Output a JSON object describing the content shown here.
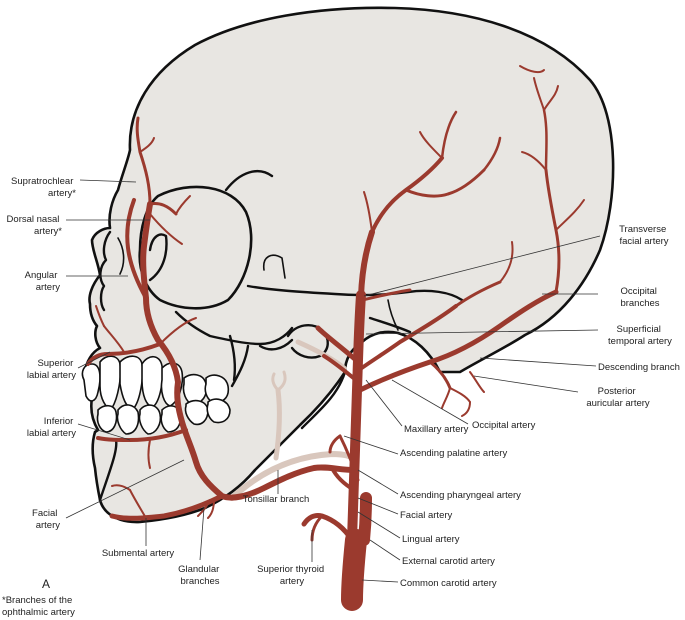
{
  "colors": {
    "artery": "#9b3a2e",
    "artery_light": "#d9c7bd",
    "bone": "#e8e6e2",
    "outline": "#111111",
    "text": "#222222"
  },
  "panel_letter": "A",
  "footnote": [
    "*Branches of the",
    "ophthalmic artery"
  ],
  "labels_left": {
    "supratrochlear": [
      "Supratrochlear",
      "artery*"
    ],
    "dorsal_nasal": [
      "Dorsal nasal",
      "artery*"
    ],
    "angular": [
      "Angular",
      "artery"
    ],
    "superior_labial": [
      "Superior",
      "labial artery"
    ],
    "inferior_labial": [
      "Inferior",
      "labial artery"
    ],
    "facial": [
      "Facial",
      "artery"
    ],
    "submental": "Submental artery",
    "glandular": [
      "Glandular",
      "branches"
    ],
    "tonsillar": "Tonsillar branch",
    "superior_thyroid": [
      "Superior thyroid",
      "artery"
    ]
  },
  "labels_right": {
    "transverse_facial": [
      "Transverse",
      "facial artery"
    ],
    "occipital_branches": [
      "Occipital",
      "branches"
    ],
    "superficial_temporal": [
      "Superficial",
      "temporal artery"
    ],
    "descending_branch": "Descending branch",
    "posterior_auricular": [
      "Posterior",
      "auricular artery"
    ],
    "occipital_artery": "Occipital artery",
    "maxillary": "Maxillary artery",
    "ascending_palatine": "Ascending palatine artery",
    "ascending_pharyngeal": "Ascending pharyngeal artery",
    "facial_right": "Facial artery",
    "lingual": "Lingual artery",
    "external_carotid": "External carotid artery",
    "common_carotid": "Common carotid artery"
  }
}
